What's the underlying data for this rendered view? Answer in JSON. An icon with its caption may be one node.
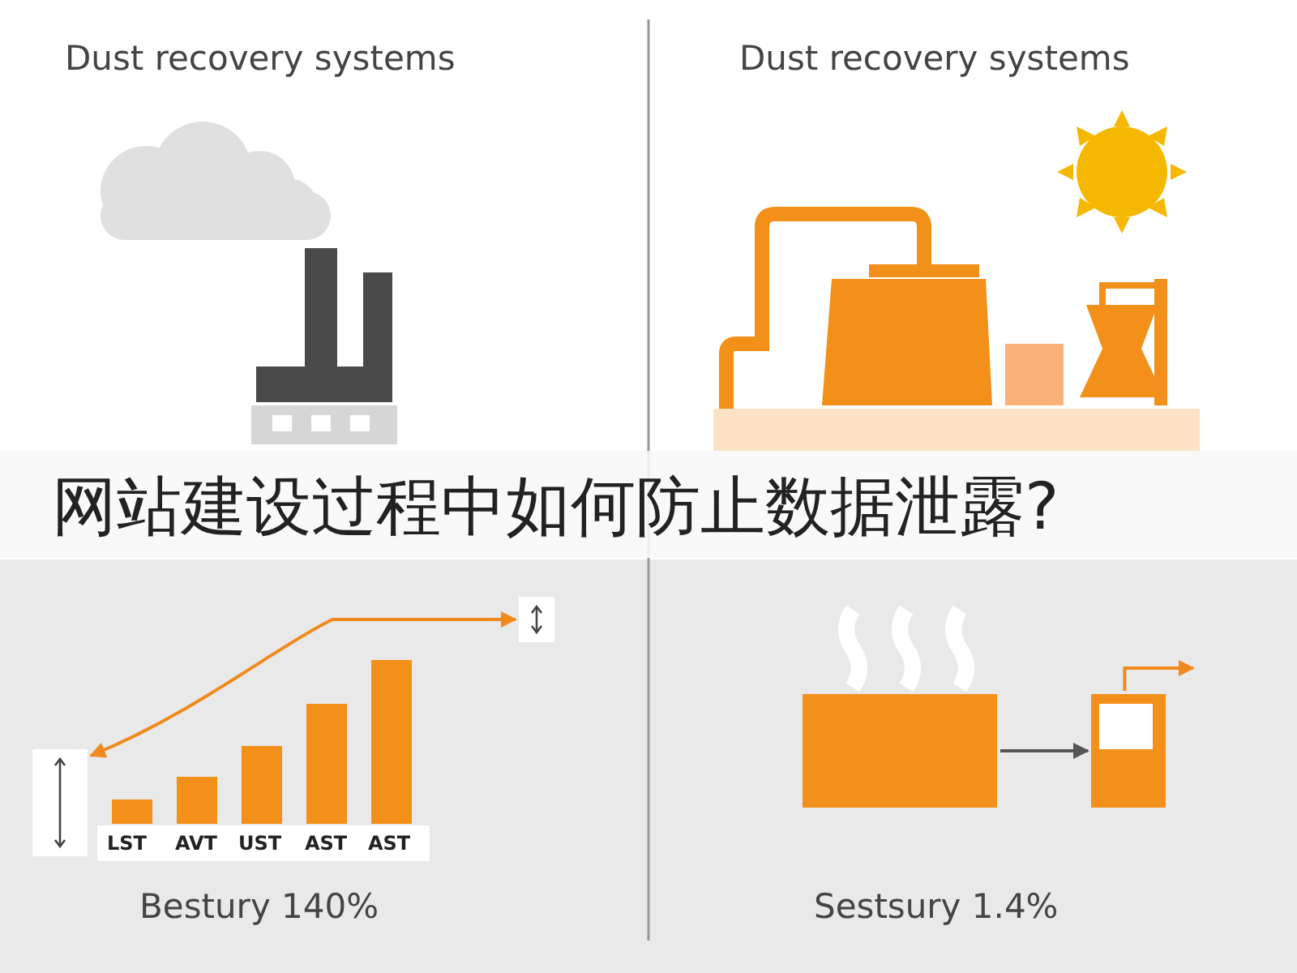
{
  "diagram": {
    "nodes": [
      {
        "text": [],
        "shape": "box"
      },
      {
        "text": [],
        "shape": "box"
      },
      {
        "text": [],
        "shape": "box"
      },
      {
        "text": [],
        "shape": "box"
      }
    ],
    "edges": [
      {
        "from": 1,
        "to": 0,
        "arrow": "both"
      },
      {
        "from": 2,
        "to": 3,
        "arrow": "to",
        "color": "#555555"
      },
      {
        "from": 3,
        "to": null,
        "arrow": "to"
      }
    ],
    "labels": [
      "Dust recovery systems",
      "Dust recovery systems",
      "网站建设过程中如何防止数据泄露?",
      "LST",
      "AVT",
      "UST",
      "AST",
      "AST",
      "Bestury 140%",
      "Sestsury 1.4%"
    ]
  }
}
